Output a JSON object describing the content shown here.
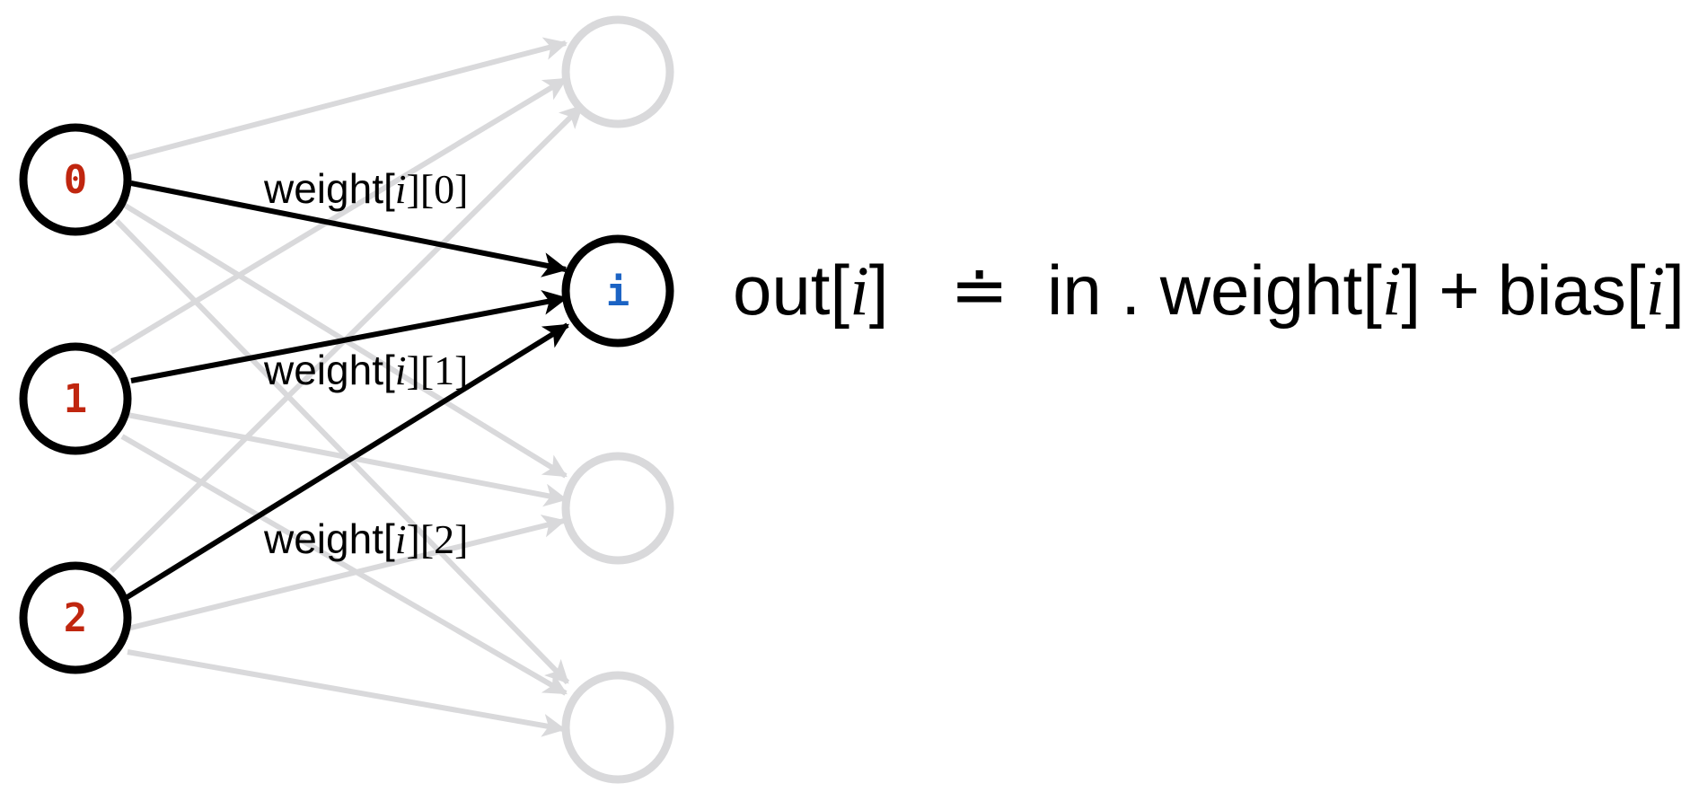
{
  "colors": {
    "input_label": "#c0260f",
    "target_label": "#1b63c4",
    "active": "#000000",
    "inactive": "#d9d9db"
  },
  "inputs": [
    "0",
    "1",
    "2"
  ],
  "target": "i",
  "edge_labels": [
    {
      "prefix": "weight[",
      "italic": "i",
      "suffix": "][0]"
    },
    {
      "prefix": "weight[",
      "italic": "i",
      "suffix": "][1]"
    },
    {
      "prefix": "weight[",
      "italic": "i",
      "suffix": "][2]"
    }
  ],
  "formula": {
    "lhs_prefix": "out[",
    "lhs_italic": "i",
    "lhs_suffix": "]",
    "operator": "≐",
    "term1": "in . weight[",
    "term1_italic": "i",
    "term1_suffix": "]",
    "plus": "+",
    "term2": "bias[",
    "term2_italic": "i",
    "term2_suffix": "]"
  }
}
